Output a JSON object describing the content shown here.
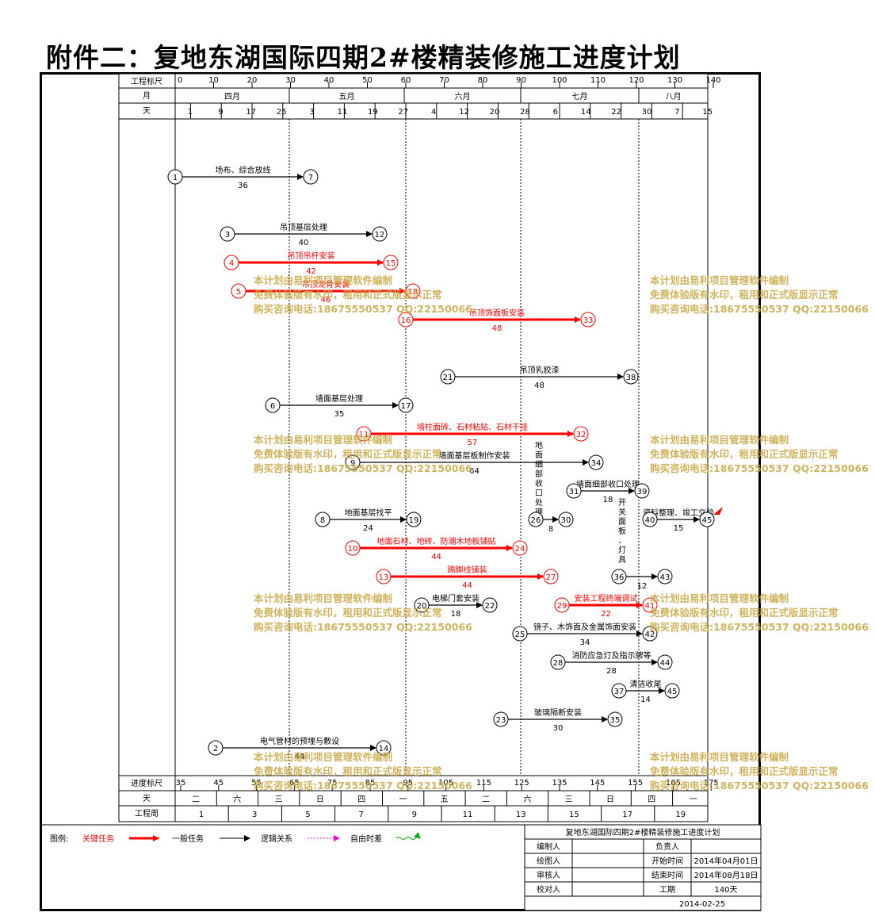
{
  "title": "附件二：复地东湖国际四期2#楼精装修施工进度计划",
  "header": {
    "row_scale_label": "工程标尺",
    "row_month_label": "月",
    "row_day_label": "天",
    "scale_ticks": [
      "0",
      "10",
      "20",
      "30",
      "40",
      "50",
      "60",
      "70",
      "80",
      "90",
      "100",
      "110",
      "120",
      "130",
      "140"
    ],
    "months": [
      "四月",
      "五月",
      "六月",
      "七月",
      "八月"
    ],
    "days": [
      "1",
      "9",
      "17",
      "25",
      "3",
      "11",
      "19",
      "27",
      "4",
      "12",
      "20",
      "28",
      "6",
      "14",
      "22",
      "30",
      "7",
      "15"
    ]
  },
  "footer_rows": {
    "progress_label": "进度标尺",
    "progress_ticks": [
      "35",
      "45",
      "55",
      "65",
      "75",
      "85",
      "95",
      "105",
      "115",
      "125",
      "135",
      "145",
      "155",
      "165",
      "175"
    ],
    "weekday_label": "天",
    "weekdays": [
      "二",
      "六",
      "三",
      "日",
      "四",
      "一",
      "五",
      "二",
      "六",
      "三",
      "日",
      "四",
      "一"
    ],
    "week_label": "工程周",
    "weeks": [
      "1",
      "3",
      "5",
      "7",
      "9",
      "11",
      "13",
      "15",
      "17",
      "19"
    ]
  },
  "tasks": [
    {
      "from": "1",
      "to": "7",
      "name": "场布、综合放线",
      "duration": "36",
      "critical": false
    },
    {
      "from": "3",
      "to": "12",
      "name": "吊顶基层处理",
      "duration": "40",
      "critical": false
    },
    {
      "from": "4",
      "to": "15",
      "name": "吊顶吊杆安装",
      "duration": "42",
      "critical": true
    },
    {
      "from": "5",
      "to": "18",
      "name": "吊顶龙骨安装",
      "duration": "46",
      "critical": true
    },
    {
      "from": "16",
      "to": "33",
      "name": "吊顶饰面板安装",
      "duration": "48",
      "critical": true
    },
    {
      "from": "21",
      "to": "38",
      "name": "吊顶乳胶漆",
      "duration": "48",
      "critical": false
    },
    {
      "from": "6",
      "to": "17",
      "name": "墙面基层处理",
      "duration": "35",
      "critical": false
    },
    {
      "from": "11",
      "to": "32",
      "name": "墙柱面砖、石材粘贴、石材干挂",
      "duration": "57",
      "critical": true
    },
    {
      "from": "9",
      "to": "34",
      "name": "墙面基层板制作安装",
      "duration": "64",
      "critical": false
    },
    {
      "from": "31",
      "to": "39",
      "name": "墙面细部收口处理",
      "duration": "18",
      "critical": false
    },
    {
      "from": "40",
      "to": "45",
      "name": "资料整理、竣工交验",
      "duration": "15",
      "critical": false
    },
    {
      "from": "8",
      "to": "19",
      "name": "地面基层找平",
      "duration": "24",
      "critical": false
    },
    {
      "from": "26",
      "to": "30",
      "name": "地面细部收口处理",
      "duration": "8",
      "critical": false
    },
    {
      "from": "10",
      "to": "24",
      "name": "地面石材、地砖、防潮木地板铺贴",
      "duration": "44",
      "critical": true
    },
    {
      "from": "13",
      "to": "27",
      "name": "踢脚线铺装",
      "duration": "44",
      "critical": true
    },
    {
      "from": "36",
      "to": "43",
      "name": "开关面板、灯具、插座",
      "duration": "12",
      "critical": false
    },
    {
      "from": "20",
      "to": "22",
      "name": "电梯门套安装",
      "duration": "18",
      "critical": false
    },
    {
      "from": "29",
      "to": "41",
      "name": "安装工程终端调试",
      "duration": "22",
      "critical": true
    },
    {
      "from": "25",
      "to": "42",
      "name": "镜子、木饰面及金属饰面安装",
      "duration": "34",
      "critical": false
    },
    {
      "from": "28",
      "to": "44",
      "name": "消防应急灯及指示牌等",
      "duration": "28",
      "critical": false
    },
    {
      "from": "37",
      "to": "45",
      "name": "清洁收尾",
      "duration": "14",
      "critical": false
    },
    {
      "from": "23",
      "to": "35",
      "name": "玻璃隔断安装",
      "duration": "30",
      "critical": false
    },
    {
      "from": "2",
      "to": "14",
      "name": "电气管材的预埋与敷设",
      "duration": "44",
      "critical": false
    }
  ],
  "legend": {
    "label": "图例:",
    "critical": "关键任务",
    "normal": "一般任务",
    "logic": "逻辑关系",
    "float": "自由时差",
    "colors": {
      "critical": "#ff0000",
      "normal": "#000000",
      "logic": "#ff00ff",
      "float": "#00aa00"
    }
  },
  "info": {
    "title": "复地东湖国际四期2#楼精装修施工进度计划",
    "editor_label": "编制人",
    "owner_label": "负责人",
    "drawer_label": "绘图人",
    "start_label": "开始时间",
    "start_value": "2014年04月01日",
    "reviewer_label": "审核人",
    "end_label": "结束时间",
    "end_value": "2014年08月18日",
    "checker_label": "校对人",
    "duration_label": "工期",
    "duration_value": "140天",
    "date": "2014-02-25"
  },
  "watermark": {
    "line1": "本计划由易利项目管理软件编制",
    "line2": "免费体验版有水印，租用和正式版显示正常",
    "line3": "购买咨询电话:18675550537 QQ:22150066"
  }
}
